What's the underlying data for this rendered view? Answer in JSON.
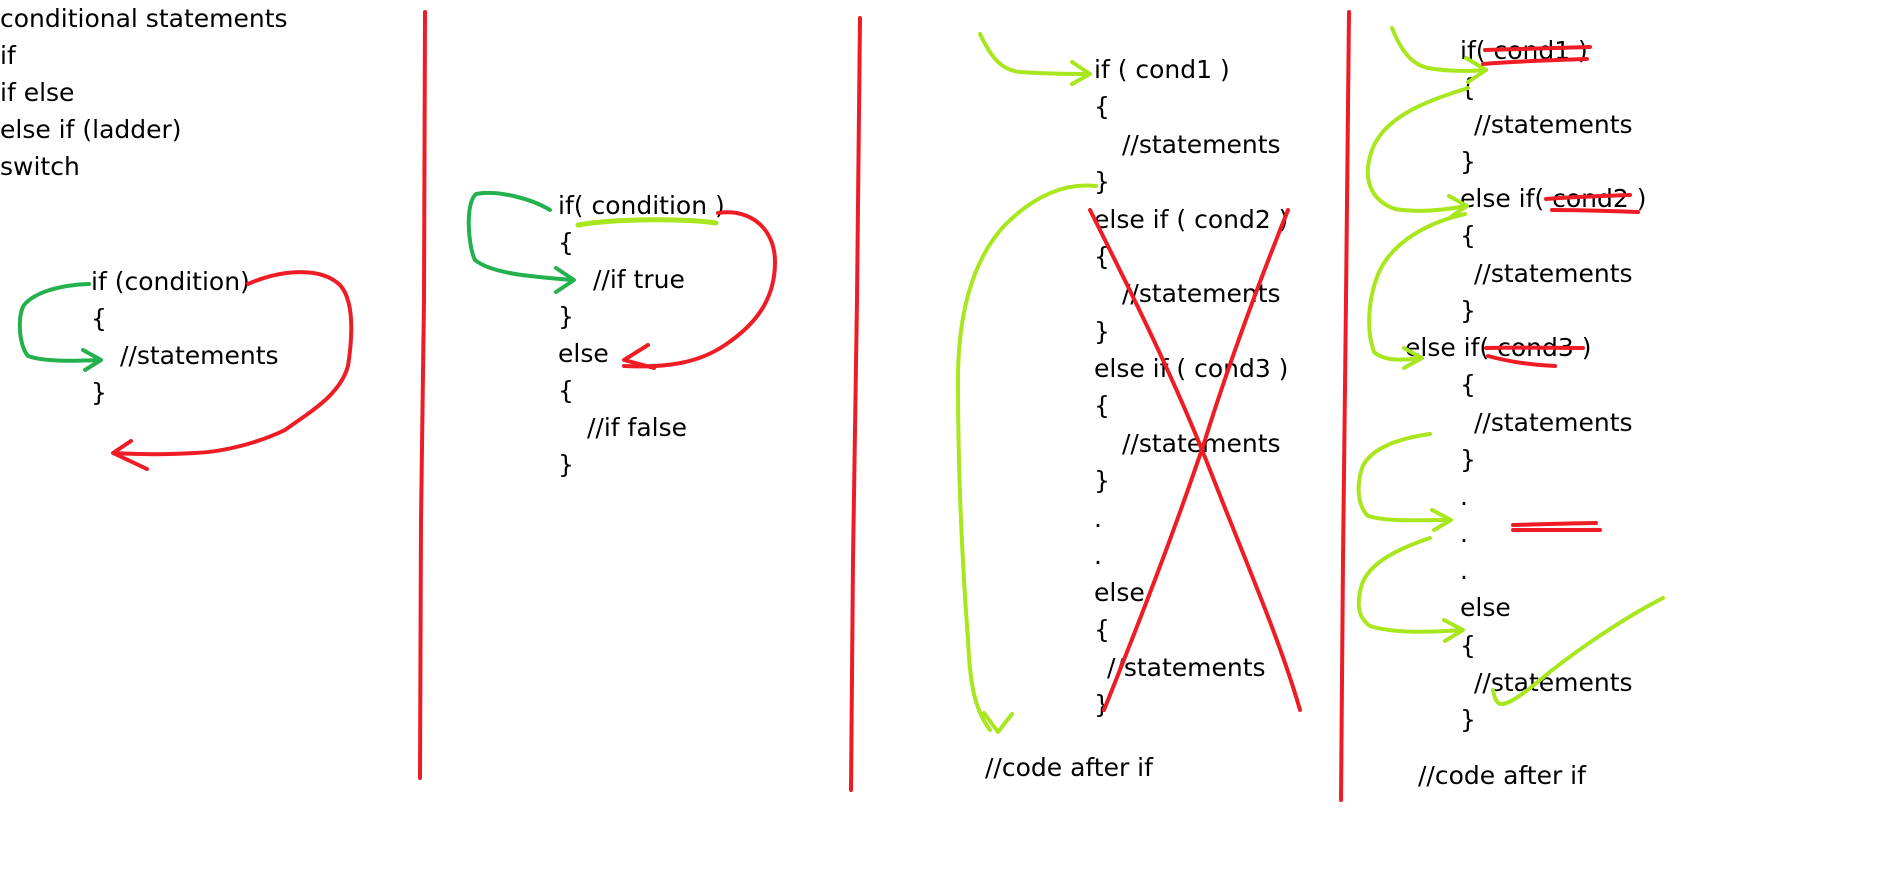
{
  "colors": {
    "red": "#ee1c24",
    "green": "#22b14c",
    "lime": "#a8e61d",
    "text": "#000000"
  },
  "topics": {
    "heading": "conditional statements",
    "items": [
      "if",
      "if else",
      "else if (ladder)",
      "switch"
    ]
  },
  "panel_if": {
    "line1": "if (condition)",
    "open": "{",
    "body": "//statements",
    "close": "}"
  },
  "panel_if_else": {
    "if_line": "if( condition )",
    "open1": "{",
    "true_body": "//if true",
    "close1": "}",
    "else_line": "else",
    "open2": "{",
    "false_body": "//if false",
    "close2": "}"
  },
  "panel_ladder": {
    "l1": "if ( cond1 )",
    "l2": "{",
    "l3": "//statements",
    "l4": "}",
    "l5": "else if ( cond2 )",
    "l6": "{",
    "l7": "//statements",
    "l8": "}",
    "l9": "else if ( cond3 )",
    "l10": "{",
    "l11": "//statements",
    "l12": "}",
    "l13": ".",
    "l14": ".",
    "l15": "else",
    "l16": "{",
    "l17": "//statements",
    "l18": "}",
    "after": "//code after if"
  },
  "panel_ladder_flow": {
    "l1": "if( cond1 )",
    "l2": "{",
    "l3": "//statements",
    "l4": "}",
    "l5": "else if( cond2 )",
    "l6": "{",
    "l7": "//statements",
    "l8": "}",
    "l9": "else if( cond3 )",
    "l10": "{",
    "l11": "//statements",
    "l12": "}",
    "l13": ".",
    "l14": ".",
    "l15": ".",
    "l16": "else",
    "l17": "{",
    "l18": "//statements",
    "l19": "}",
    "after": "//code after if"
  }
}
